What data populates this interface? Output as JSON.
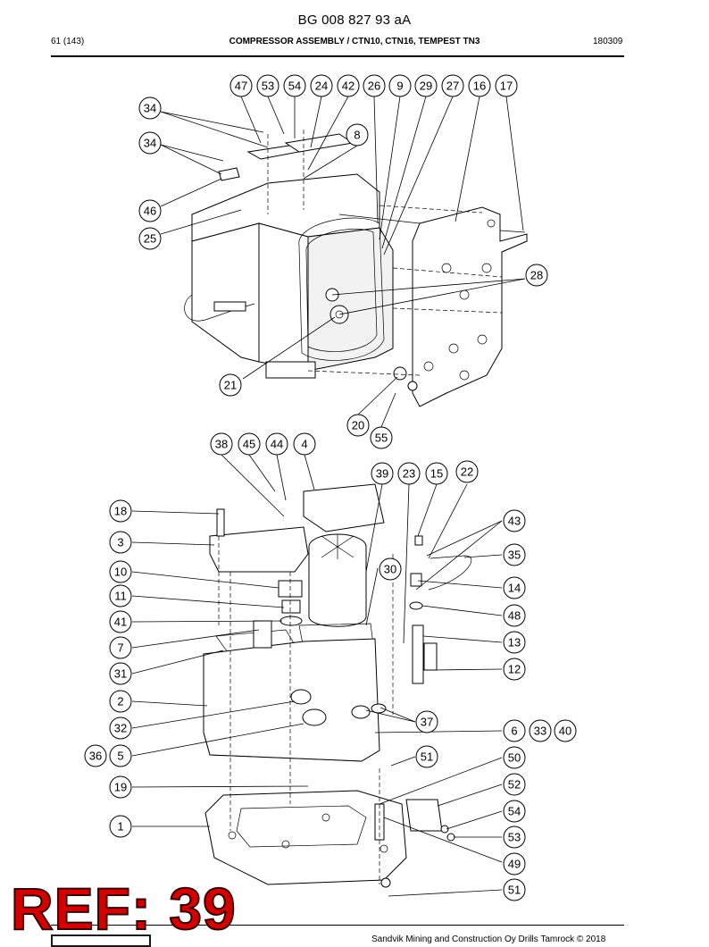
{
  "header": {
    "doc_number": "BG 008 827 93 aA",
    "page": "61 (143)",
    "section_title": "COMPRESSOR ASSEMBLY / CTN10, CTN16, TEMPEST TN3",
    "date_code": "180309"
  },
  "footer": {
    "copyright": "Sandvik Mining and Construction Oy Drills Tamrock © 2018",
    "logo": "sandvik-logo"
  },
  "stamp": {
    "text": "REF: 39",
    "color": "#d40000"
  },
  "callouts": [
    {
      "label": "47"
    },
    {
      "label": "53"
    },
    {
      "label": "54"
    },
    {
      "label": "24"
    },
    {
      "label": "42"
    },
    {
      "label": "26"
    },
    {
      "label": "9"
    },
    {
      "label": "29"
    },
    {
      "label": "27"
    },
    {
      "label": "16"
    },
    {
      "label": "17"
    },
    {
      "label": "34"
    },
    {
      "label": "8"
    },
    {
      "label": "34"
    },
    {
      "label": "46"
    },
    {
      "label": "25"
    },
    {
      "label": "28"
    },
    {
      "label": "21"
    },
    {
      "label": "20"
    },
    {
      "label": "55"
    },
    {
      "label": "38"
    },
    {
      "label": "45"
    },
    {
      "label": "44"
    },
    {
      "label": "4"
    },
    {
      "label": "39"
    },
    {
      "label": "23"
    },
    {
      "label": "15"
    },
    {
      "label": "22"
    },
    {
      "label": "18"
    },
    {
      "label": "43"
    },
    {
      "label": "3"
    },
    {
      "label": "35"
    },
    {
      "label": "10"
    },
    {
      "label": "30"
    },
    {
      "label": "14"
    },
    {
      "label": "11"
    },
    {
      "label": "48"
    },
    {
      "label": "41"
    },
    {
      "label": "13"
    },
    {
      "label": "7"
    },
    {
      "label": "12"
    },
    {
      "label": "31"
    },
    {
      "label": "2"
    },
    {
      "label": "37"
    },
    {
      "label": "32"
    },
    {
      "label": "6"
    },
    {
      "label": "33"
    },
    {
      "label": "40"
    },
    {
      "label": "36"
    },
    {
      "label": "5"
    },
    {
      "label": "51"
    },
    {
      "label": "50"
    },
    {
      "label": "19"
    },
    {
      "label": "52"
    },
    {
      "label": "54"
    },
    {
      "label": "1"
    },
    {
      "label": "53"
    },
    {
      "label": "49"
    },
    {
      "label": "51"
    }
  ]
}
